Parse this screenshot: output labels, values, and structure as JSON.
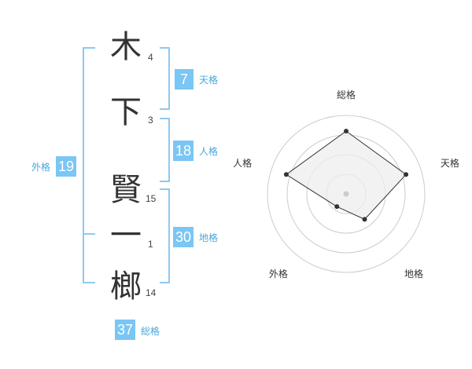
{
  "name": {
    "characters": [
      {
        "kanji": "木",
        "strokes": "4"
      },
      {
        "kanji": "下",
        "strokes": "3"
      },
      {
        "kanji": "賢",
        "strokes": "15"
      },
      {
        "kanji": "一",
        "strokes": "1"
      },
      {
        "kanji": "榔",
        "strokes": "14"
      }
    ]
  },
  "scores": {
    "tenkaku": {
      "value": "7",
      "label": "天格"
    },
    "jinkaku": {
      "value": "18",
      "label": "人格"
    },
    "chikaku": {
      "value": "30",
      "label": "地格"
    },
    "gaikaku": {
      "value": "19",
      "label": "外格"
    },
    "soukaku": {
      "value": "37",
      "label": "総格"
    }
  },
  "chart_data": {
    "type": "radar",
    "axes": [
      "総格",
      "天格",
      "地格",
      "外格",
      "人格"
    ],
    "levels": 4,
    "values": [
      4,
      4,
      2,
      1,
      4
    ],
    "max": 5,
    "colors": {
      "fill": "#eeeeee",
      "stroke": "#333333",
      "grid": "#cccccc",
      "center": "#cccccc"
    }
  }
}
